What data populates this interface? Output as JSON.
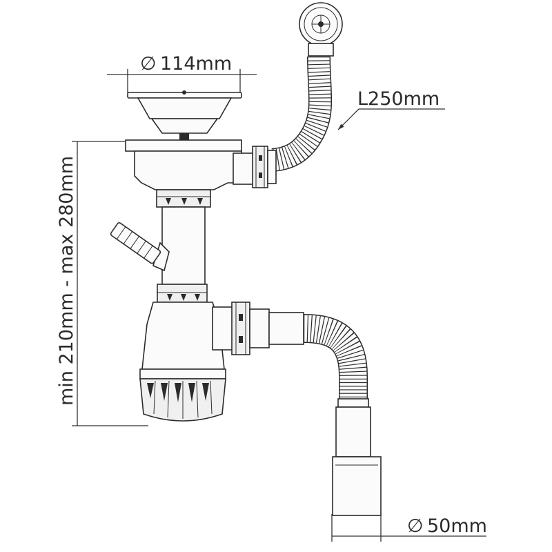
{
  "dimensions": {
    "strainer_diameter": "114mm",
    "overflow_hose_length": "L250mm",
    "height_range": "min 210mm - max 280mm",
    "outlet_diameter": "50mm"
  },
  "diameter_symbol": "∅"
}
